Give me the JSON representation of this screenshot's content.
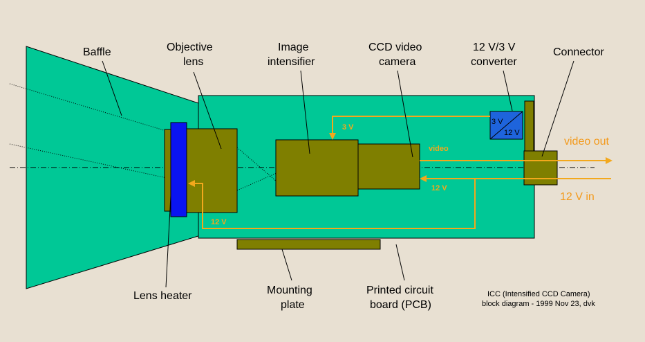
{
  "diagram": {
    "labels": {
      "baffle": "Baffle",
      "objective_line1": "Objective",
      "objective_line2": "lens",
      "intensifier_line1": "Image",
      "intensifier_line2": "intensifier",
      "ccd_line1": "CCD video",
      "ccd_line2": "camera",
      "converter_line1": "12 V/3 V",
      "converter_line2": "converter",
      "connector": "Connector",
      "lens_heater": "Lens heater",
      "mounting_line1": "Mounting",
      "mounting_line2": "plate",
      "pcb_line1": "Printed circuit",
      "pcb_line2": "board (PCB)"
    },
    "signals": {
      "v3": "3 V",
      "video": "video",
      "v12_right": "12 V",
      "v12_bottom": "12 V",
      "video_out": "video out",
      "v12_in": "12 V in"
    },
    "converter_box": {
      "top": "3 V",
      "bottom": "12 V"
    },
    "caption": {
      "line1": "ICC (Intensified CCD Camera)",
      "line2": "block diagram - 1999 Nov 23, dvk"
    },
    "colors": {
      "background": "#e8e0d2",
      "body_green": "#00c896",
      "olive": "#7f7f00",
      "heater_blue": "#0a14f0",
      "converter_blue": "#1e64dc",
      "signal_orange": "#f3a81c"
    }
  }
}
